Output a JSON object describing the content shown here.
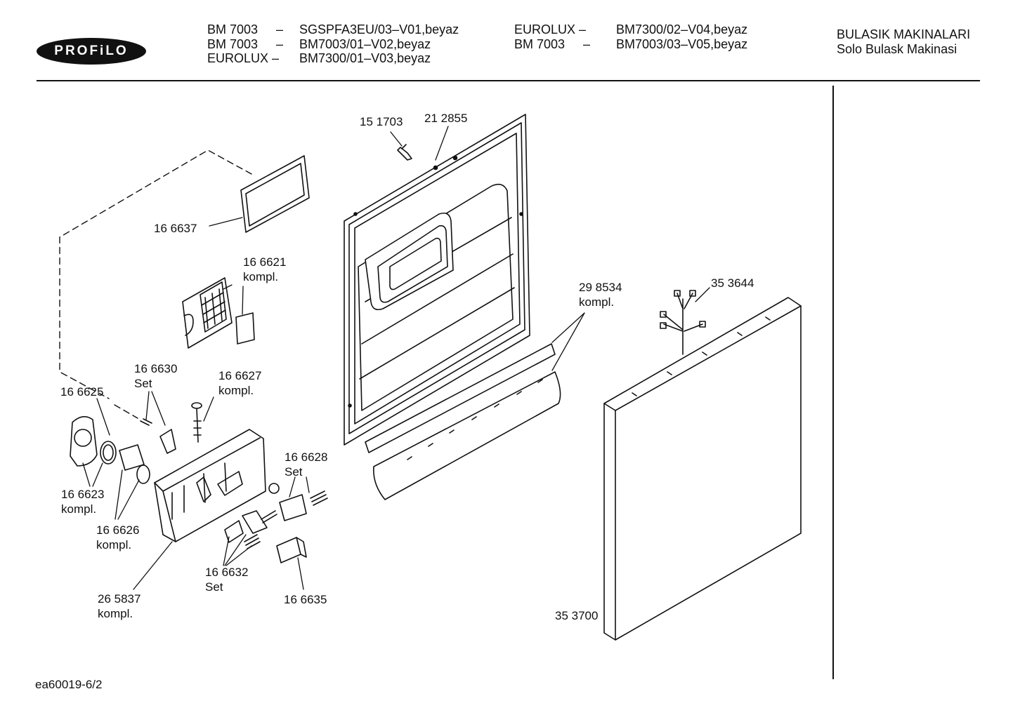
{
  "logo": {
    "text": "PROFiLO"
  },
  "header": {
    "models_col1": [
      {
        "model": "BM 7003",
        "dash": "–",
        "code": "SGSPFA3EU/03–V01,beyaz"
      },
      {
        "model": "BM 7003",
        "dash": "–",
        "code": "BM7003/01–V02,beyaz"
      },
      {
        "model": "EUROLUX –",
        "dash": "",
        "code": "BM7300/01–V03,beyaz"
      }
    ],
    "models_col2": [
      {
        "model": "EUROLUX –",
        "dash": "",
        "code": "BM7300/02–V04,beyaz"
      },
      {
        "model": "BM 7003",
        "dash": "–",
        "code": "BM7003/03–V05,beyaz"
      }
    ],
    "category_line1": "BULASIK MAKINALARI",
    "category_line2": "Solo Bulask Makinasi"
  },
  "parts": [
    {
      "id": "p151703",
      "lines": [
        "15 1703"
      ]
    },
    {
      "id": "p212855",
      "lines": [
        "21 2855"
      ]
    },
    {
      "id": "p166637",
      "lines": [
        "16 6637"
      ]
    },
    {
      "id": "p166621",
      "lines": [
        "16 6621",
        "kompl."
      ]
    },
    {
      "id": "p298534",
      "lines": [
        "29 8534",
        "kompl."
      ]
    },
    {
      "id": "p353644",
      "lines": [
        "35 3644"
      ]
    },
    {
      "id": "p166630",
      "lines": [
        "16 6630",
        "Set"
      ]
    },
    {
      "id": "p166627",
      "lines": [
        "16 6627",
        "kompl."
      ]
    },
    {
      "id": "p166625",
      "lines": [
        "16 6625"
      ]
    },
    {
      "id": "p166628",
      "lines": [
        "16 6628",
        "Set"
      ]
    },
    {
      "id": "p166623",
      "lines": [
        "16 6623",
        "kompl."
      ]
    },
    {
      "id": "p166626",
      "lines": [
        "16 6626",
        "kompl."
      ]
    },
    {
      "id": "p166632",
      "lines": [
        "16 6632",
        "Set"
      ]
    },
    {
      "id": "p166635",
      "lines": [
        "16 6635"
      ]
    },
    {
      "id": "p265837",
      "lines": [
        "26 5837",
        "kompl."
      ]
    },
    {
      "id": "p353700",
      "lines": [
        "35 3700"
      ]
    }
  ],
  "footer": {
    "code": "ea60019-6/2"
  }
}
